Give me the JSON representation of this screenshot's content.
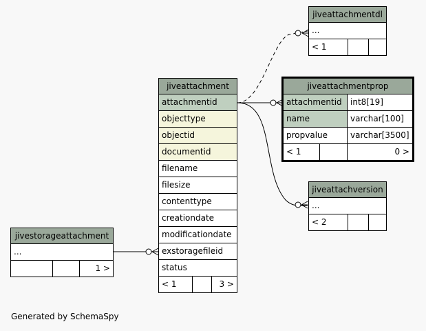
{
  "tables": {
    "jiveattachment": {
      "name": "jiveattachment",
      "columns": [
        "attachmentid",
        "objecttype",
        "objectid",
        "documentid",
        "filename",
        "filesize",
        "contenttype",
        "creationdate",
        "modificationdate",
        "exstoragefileid",
        "status"
      ],
      "footer": {
        "left": "< 1",
        "mid": "",
        "right": "3 >"
      }
    },
    "jiveattachmentdl": {
      "name": "jiveattachmentdl",
      "columns": [
        "..."
      ],
      "footer": {
        "left": "< 1",
        "mid": "",
        "right": ""
      }
    },
    "jiveattachmentprop": {
      "name": "jiveattachmentprop",
      "columns": [
        {
          "name": "attachmentid",
          "type": "int8[19]"
        },
        {
          "name": "name",
          "type": "varchar[100]"
        },
        {
          "name": "propvalue",
          "type": "varchar[3500]"
        }
      ],
      "footer": {
        "left": "< 1",
        "mid": "",
        "right": "0 >"
      }
    },
    "jiveattachversion": {
      "name": "jiveattachversion",
      "columns": [
        "..."
      ],
      "footer": {
        "left": "< 2",
        "mid": "",
        "right": ""
      }
    },
    "jivestorageattachment": {
      "name": "jivestorageattachment",
      "columns": [
        "..."
      ],
      "footer": {
        "left": "",
        "mid": "",
        "right": "1 >"
      }
    }
  },
  "footer_note": "Generated by SchemaSpy"
}
